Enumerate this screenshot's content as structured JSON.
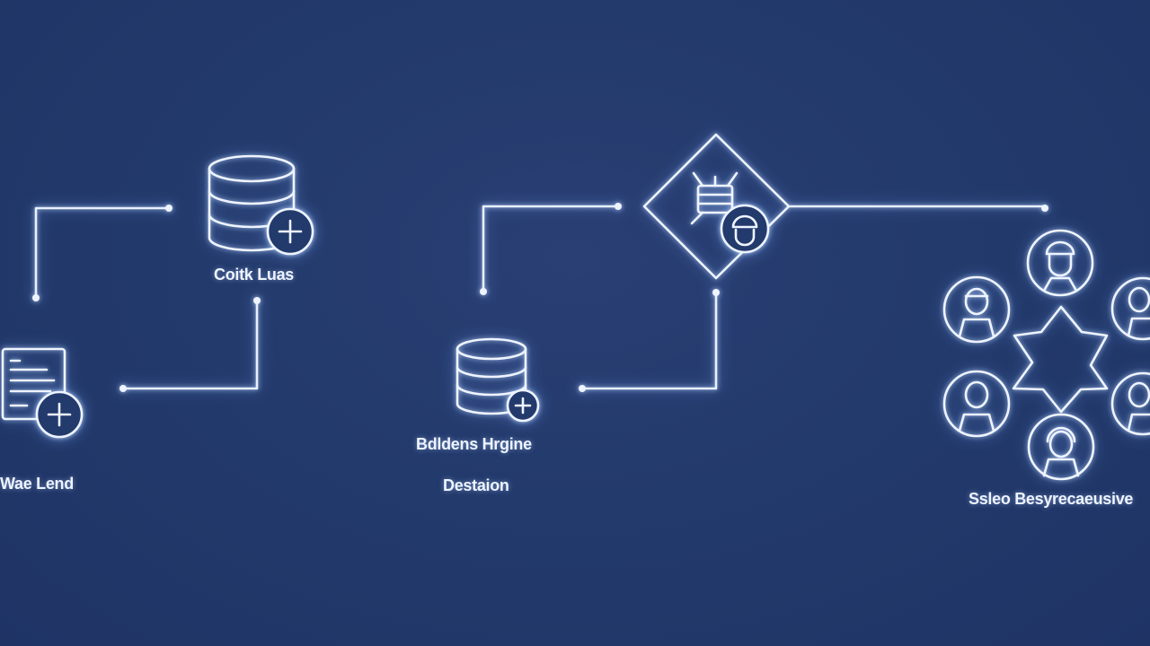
{
  "labels": {
    "top_database": "Coitk Luas",
    "left_document": "Wae Lend",
    "center_database_line1": "Bdldens Hrgine",
    "center_database_line2": "Destaion",
    "right_people": "Ssleo Besyrecaeusive"
  },
  "icons": [
    "database-icon",
    "add-circle-icon",
    "document-icon",
    "decision-diamond-icon",
    "server-icon",
    "worker-avatar-icon",
    "person-avatar-icon",
    "star-icon"
  ],
  "colors": {
    "background": "#233a6c",
    "line": "#e8f0ff"
  }
}
